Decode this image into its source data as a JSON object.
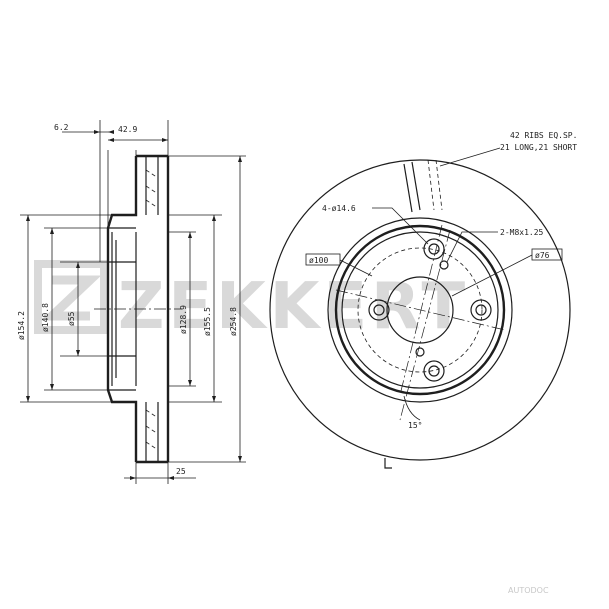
{
  "watermark": {
    "brand": "ZEKKERT",
    "footer": "AUTODOC"
  },
  "side_view": {
    "dim_offset": "6.2",
    "dim_hat": "42.9",
    "dim_od_154": "ø154.2",
    "dim_140": "ø140.8",
    "dim_55": "ø55",
    "dim_128": "ø128.9",
    "dim_155": "ø155.5",
    "dim_254": "ø254.8",
    "dim_thickness": "25"
  },
  "front_view": {
    "ribs_line1": "42 RIBS EQ.SP.",
    "ribs_line2": "21 LONG,21 SHORT",
    "holes": "4-ø14.6",
    "threads": "2-M8x1.25",
    "pcd": "ø100",
    "center_bore": "ø76",
    "angle": "15°"
  }
}
